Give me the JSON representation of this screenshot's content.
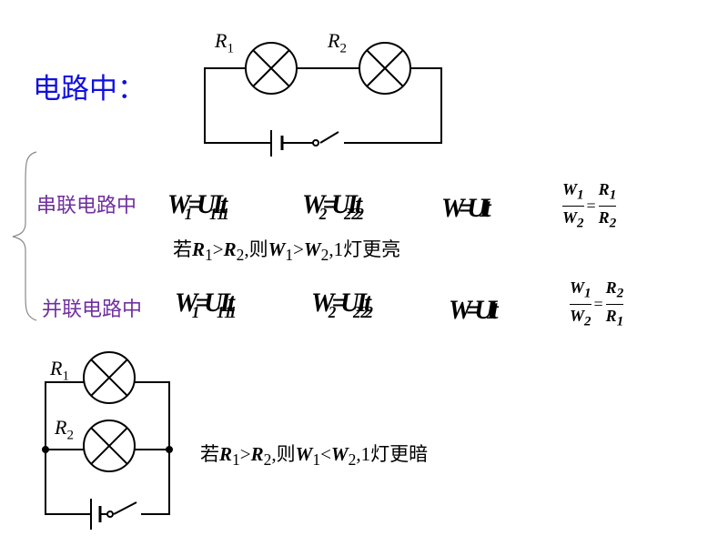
{
  "title": "电路中：",
  "series": {
    "label": "串联电路中",
    "f1": [
      "W",
      "1",
      "=U",
      "1",
      "I",
      "1",
      "t",
      "1"
    ],
    "f2": [
      "W",
      "2",
      "=U",
      "2",
      "I",
      "2",
      "t",
      "2"
    ],
    "f3": "W=UIt",
    "ratio": {
      "num": "W",
      "num_sub": "1",
      "den": "W",
      "den_sub": "2",
      "eq": "=",
      "rnum": "R",
      "rnum_sub": "1",
      "rden": "R",
      "rden_sub": "2"
    },
    "statement": {
      "p1": "若",
      "R1": "R",
      "s1": "1",
      ">": ">",
      "R2": "R",
      "s2": "2",
      "p2": ",则",
      "W1": "W",
      "w1": "1",
      "cmp": ">",
      "W2": "W",
      "w2": "2",
      "p3": ",1灯更亮"
    }
  },
  "parallel": {
    "label": "并联电路中",
    "f1": [
      "W",
      "1",
      "=U",
      "1",
      "I",
      "1",
      "t",
      "1"
    ],
    "f2": [
      "W",
      "2",
      "=U",
      "2",
      "I",
      "2",
      "t",
      "2"
    ],
    "f3": "W=UIt",
    "ratio": {
      "num": "W",
      "num_sub": "1",
      "den": "W",
      "den_sub": "2",
      "eq": "=",
      "rnum": "R",
      "rnum_sub": "2",
      "rden": "R",
      "rden_sub": "1"
    },
    "statement": {
      "p1": "若",
      "R1": "R",
      "s1": "1",
      ">": ">",
      "R2": "R",
      "s2": "2",
      "p2": ",则",
      "W1": "W",
      "w1": "1",
      "cmp": "<",
      "W2": "W",
      "w2": "2",
      "p3": ",1灯更暗"
    }
  },
  "circuit_top": {
    "r1": "R",
    "r1_sub": "1",
    "r2": "R",
    "r2_sub": "2"
  },
  "circuit_bottom": {
    "r1": "R",
    "r1_sub": "1",
    "r2": "R",
    "r2_sub": "2"
  }
}
